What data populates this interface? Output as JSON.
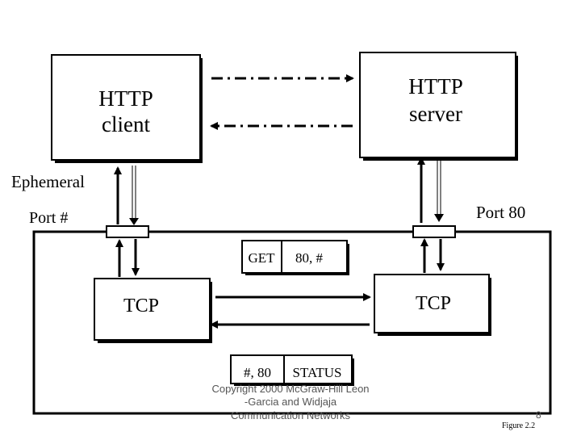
{
  "client": {
    "line1": "HTTP",
    "line2": "client"
  },
  "server": {
    "line1": "HTTP",
    "line2": "server"
  },
  "ports": {
    "ephemeral": "Ephemeral",
    "port_hash": "Port #",
    "port80": "Port 80"
  },
  "tcp": {
    "left": "TCP",
    "right": "TCP"
  },
  "segments": {
    "request": {
      "ports": "80, #",
      "payload": "GET"
    },
    "response": {
      "ports": "#, 80",
      "payload": "STATUS"
    }
  },
  "copyright": {
    "line1": "Copyright 2000 McGraw-Hill Leon",
    "line2": "-Garcia and Widjaja",
    "line3": "Communication Networks"
  },
  "figure_label": "Figure 2.2",
  "page_number": "8"
}
